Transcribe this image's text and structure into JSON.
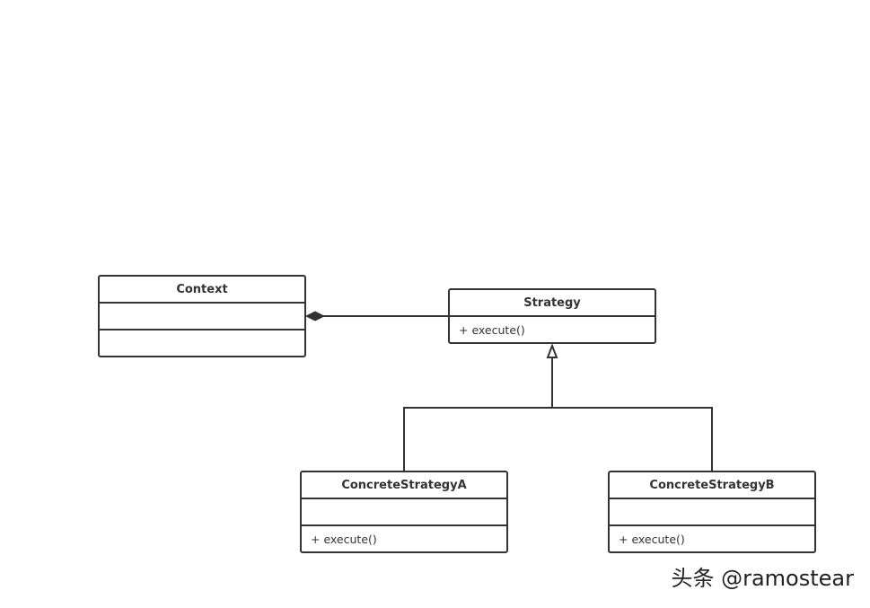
{
  "diagram": {
    "classes": {
      "context": {
        "name": "Context",
        "attributes": "",
        "methods": ""
      },
      "strategy": {
        "name": "Strategy",
        "methods": "+ execute()"
      },
      "concrete_a": {
        "name": "ConcreteStrategyA",
        "attributes": "",
        "methods": "+ execute()"
      },
      "concrete_b": {
        "name": "ConcreteStrategyB",
        "attributes": "",
        "methods": "+ execute()"
      }
    },
    "relations": [
      {
        "from": "Context",
        "to": "Strategy",
        "type": "composition"
      },
      {
        "from": "ConcreteStrategyA",
        "to": "Strategy",
        "type": "generalization"
      },
      {
        "from": "ConcreteStrategyB",
        "to": "Strategy",
        "type": "generalization"
      }
    ]
  },
  "watermark": "头条 @ramostear",
  "colors": {
    "line": "#333333",
    "background": "#ffffff"
  }
}
